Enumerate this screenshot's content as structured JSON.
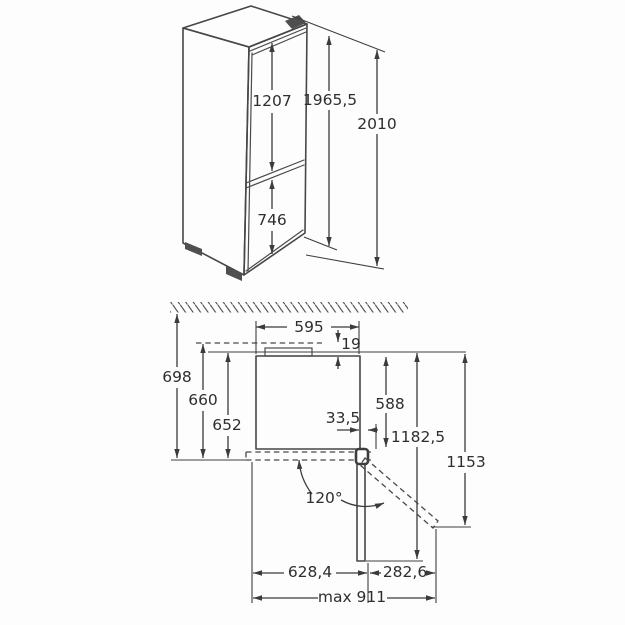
{
  "diagram": {
    "title_hidden": "",
    "colors": {
      "line": "#3b3b3b",
      "text": "#2e2e2e",
      "background": "#ffffff"
    },
    "front_view": {
      "upper_door_height": "1207",
      "lower_door_height": "746",
      "cabinet_height": "1965,5",
      "required_height": "2010"
    },
    "top_view": {
      "width": "595",
      "rear_spacer_gap": "19",
      "depth_from_wall": "698",
      "depth_incl_spacers": "660",
      "cabinet_depth_with_door": "652",
      "cabinet_depth": "588",
      "hinge_offset": "33,5",
      "clearance_door_open": "1182,5",
      "clearance_door_120": "1153",
      "door_opening_angle": "120°",
      "width_to_hinge": "628,4",
      "door_protrusion": "282,6",
      "max_total_width": "max 911"
    }
  }
}
